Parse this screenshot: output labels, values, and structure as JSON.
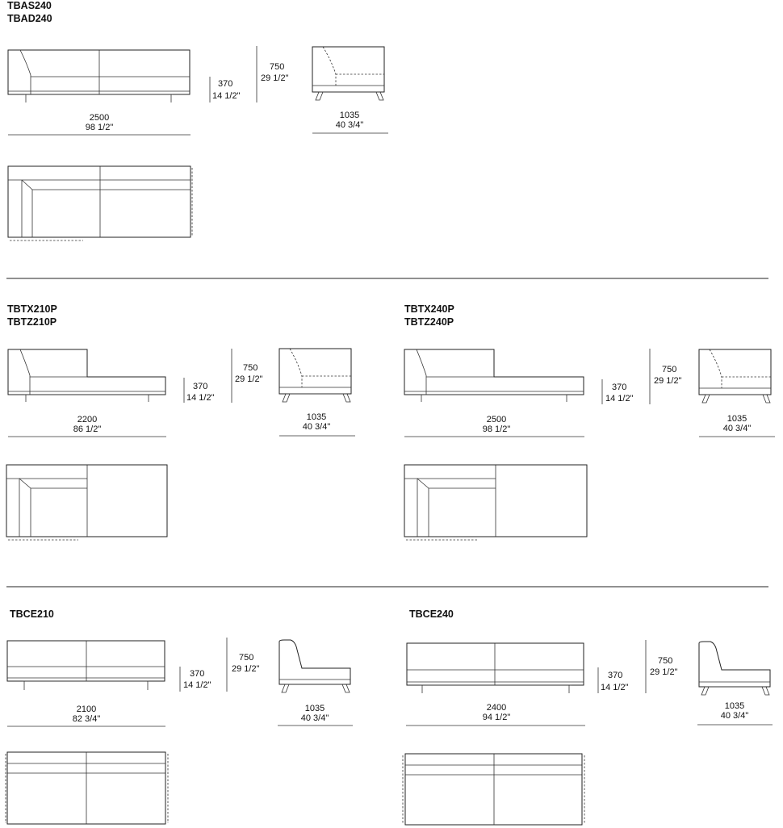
{
  "sections": [
    {
      "codes": [
        "TBAS240",
        "TBAD240"
      ],
      "height_total": {
        "mm": "750",
        "in": "29 1/2\""
      },
      "seat_height": {
        "mm": "370",
        "in": "14 1/2\""
      },
      "width": {
        "mm": "2500",
        "in": "98 1/2\""
      },
      "depth": {
        "mm": "1035",
        "in": "40 3/4\""
      }
    },
    {
      "codes": [
        "TBTX210P",
        "TBTZ210P"
      ],
      "height_total": {
        "mm": "750",
        "in": "29 1/2\""
      },
      "seat_height": {
        "mm": "370",
        "in": "14 1/2\""
      },
      "width": {
        "mm": "2200",
        "in": "86 1/2\""
      },
      "depth": {
        "mm": "1035",
        "in": "40 3/4\""
      }
    },
    {
      "codes": [
        "TBTX240P",
        "TBTZ240P"
      ],
      "height_total": {
        "mm": "750",
        "in": "29 1/2\""
      },
      "seat_height": {
        "mm": "370",
        "in": "14 1/2\""
      },
      "width": {
        "mm": "2500",
        "in": "98 1/2\""
      },
      "depth": {
        "mm": "1035",
        "in": "40 3/4\""
      }
    },
    {
      "codes": [
        "TBCE210"
      ],
      "height_total": {
        "mm": "750",
        "in": "29 1/2\""
      },
      "seat_height": {
        "mm": "370",
        "in": "14 1/2\""
      },
      "width": {
        "mm": "2100",
        "in": "82 3/4\""
      },
      "depth": {
        "mm": "1035",
        "in": "40 3/4\""
      }
    },
    {
      "codes": [
        "TBCE240"
      ],
      "height_total": {
        "mm": "750",
        "in": "29 1/2\""
      },
      "seat_height": {
        "mm": "370",
        "in": "14 1/2\""
      },
      "width": {
        "mm": "2400",
        "in": "94 1/2\""
      },
      "depth": {
        "mm": "1035",
        "in": "40 3/4\""
      }
    }
  ]
}
